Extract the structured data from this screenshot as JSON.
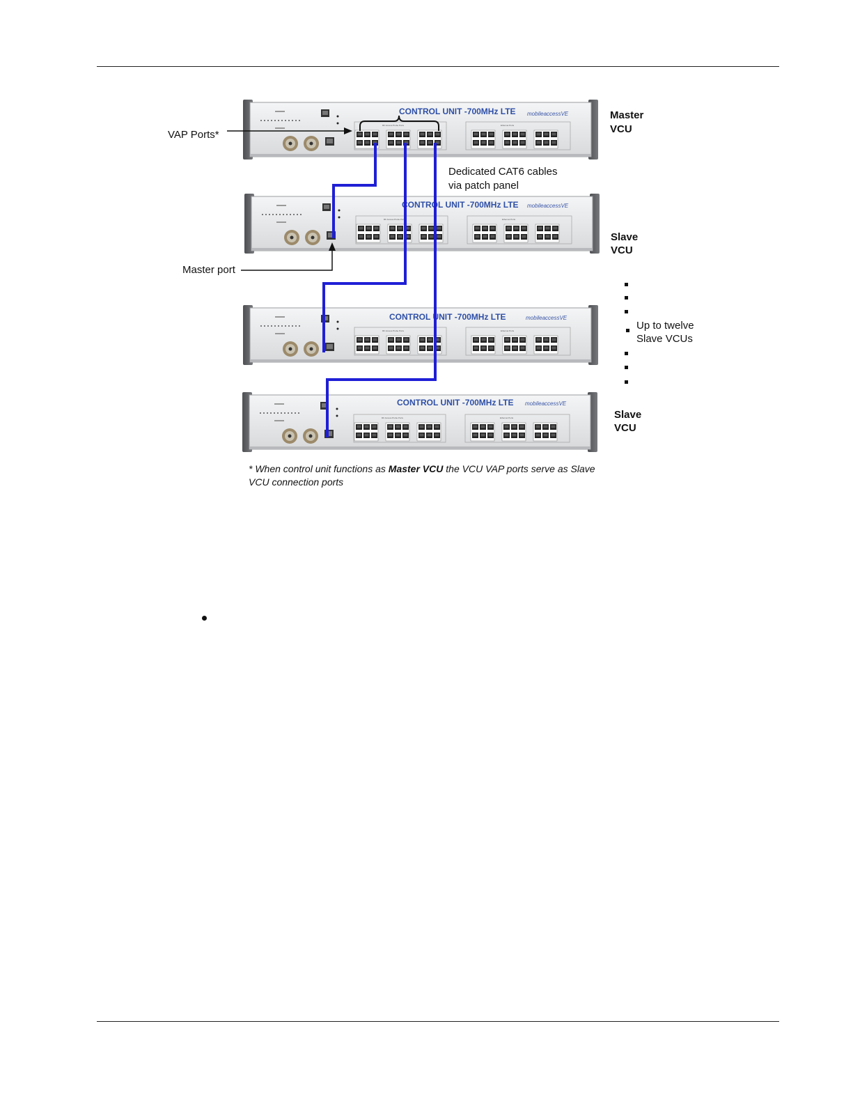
{
  "labels": {
    "vap_ports": "VAP Ports*",
    "master_port": "Master port",
    "cables_line1": "Dedicated CAT6 cables",
    "cables_line2": "via patch panel",
    "master_vcu_line1": "Master",
    "master_vcu_line2": "VCU",
    "slave_vcu_1_line1": "Slave",
    "slave_vcu_1_line2": "VCU",
    "slave_vcu_2_line1": "Slave",
    "slave_vcu_2_line2": "VCU",
    "up_to_line1": "Up to twelve",
    "up_to_line2": "Slave VCUs"
  },
  "units": [
    {
      "title": "CONTROL UNIT -700MHz LTE",
      "brand": "mobileaccessVE"
    },
    {
      "title": "CONTROL UNIT -700MHz LTE",
      "brand": "mobileaccessVE"
    },
    {
      "title": "CONTROL UNIT -700MHz LTE",
      "brand": "mobileaccessVE"
    },
    {
      "title": "CONTROL UNIT -700MHz LTE",
      "brand": "mobileaccessVE"
    }
  ],
  "footnote": {
    "part1": "* When control unit functions as ",
    "bold": "Master VCU",
    "part2": " the VCU VAP ports serve as Slave VCU connection ports"
  },
  "colors": {
    "cable": "#1f1fd6",
    "unit_face": "#e6e7e8",
    "ear": "#5f6163",
    "title": "#2e4fa7"
  }
}
